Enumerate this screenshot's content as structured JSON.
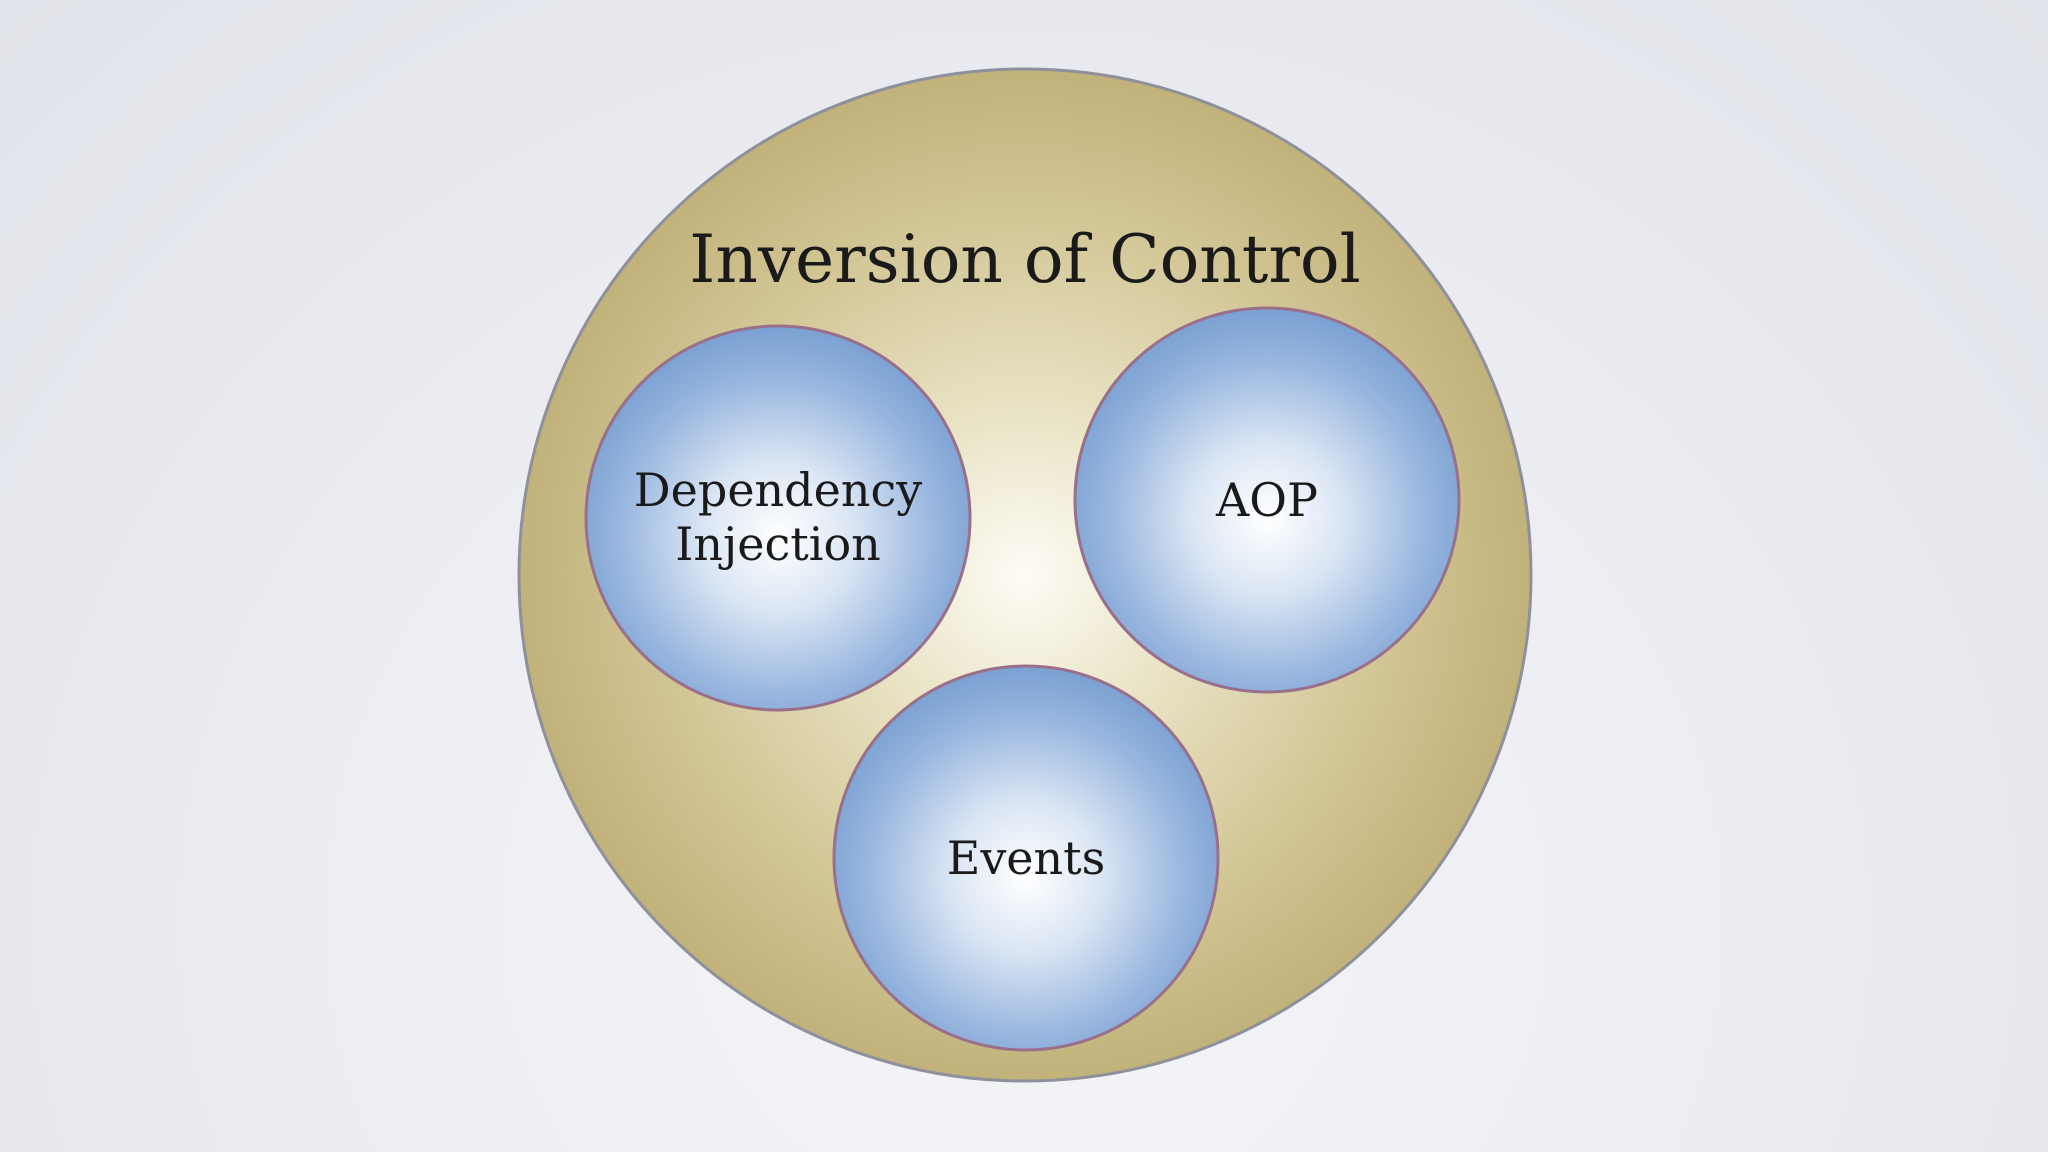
{
  "diagram": {
    "outer": {
      "title": "Inversion of Control",
      "fill_outer": "#c4b67e",
      "fill_center": "#fbfaf3",
      "stroke": "#8d8f9b"
    },
    "inner_circles": [
      {
        "id": "dependency-injection",
        "lines": [
          "Dependency",
          "Injection"
        ]
      },
      {
        "id": "aop",
        "lines": [
          "AOP"
        ]
      },
      {
        "id": "events",
        "lines": [
          "Events"
        ]
      }
    ],
    "inner_style": {
      "fill_center": "#ffffff",
      "fill_edge": "#7fa4d4",
      "stroke": "#9a6f8a"
    }
  }
}
